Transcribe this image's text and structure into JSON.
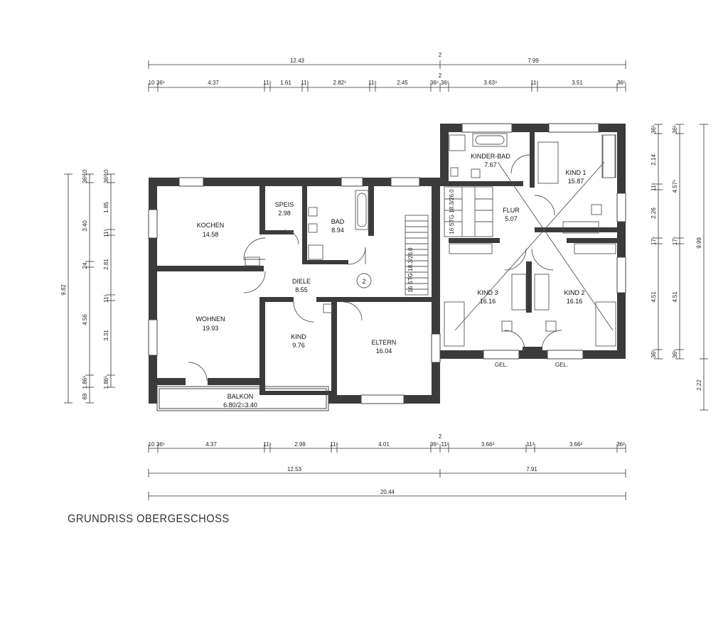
{
  "title": "GRUNDRISS OBERGESCHOSS",
  "rooms": {
    "kochen": {
      "name": "KOCHEN",
      "area": "14.58"
    },
    "speis": {
      "name": "SPEIS",
      "area": "2.98"
    },
    "bad": {
      "name": "BAD",
      "area": "8.94"
    },
    "diele": {
      "name": "DIELE",
      "area": "8.55"
    },
    "wohnen": {
      "name": "WOHNEN",
      "area": "19.93"
    },
    "kind": {
      "name": "KIND",
      "area": "9.76"
    },
    "eltern": {
      "name": "ELTERN",
      "area": "16.04"
    },
    "balkon": {
      "name": "BALKON",
      "area": "6.80/2=3.40"
    },
    "kinderbad": {
      "name": "KINDER-BAD",
      "area": "7.67"
    },
    "kind1": {
      "name": "KIND 1",
      "area": "15.87"
    },
    "flur": {
      "name": "FLUR",
      "area": "5.07"
    },
    "kind3": {
      "name": "KIND 3",
      "area": "16.16"
    },
    "kind2": {
      "name": "KIND 2",
      "area": "16.16"
    }
  },
  "stairs": {
    "left_label": "16 STG 18.3/26.0",
    "right_label": "16 STG 18.3/26.0"
  },
  "door_marker": "2",
  "gel_labels": [
    "GEL.",
    "GEL."
  ],
  "dimensions": {
    "top_overall": [
      "12.43",
      "2",
      "7.99"
    ],
    "top_detail": [
      "10",
      "36⁵",
      "4.37",
      "11⁵",
      "1.61",
      "11⁵",
      "2.82⁵",
      "11⁵",
      "2.45",
      "36⁵",
      "2",
      "36⁵",
      "3.63⁵",
      "11⁵",
      "3.51",
      "36⁵"
    ],
    "bottom_detail": [
      "10",
      "36⁵",
      "4.37",
      "11⁵",
      "2.99",
      "11⁵",
      "4.01",
      "36⁵",
      "2",
      "11²",
      "3.66²",
      "11²",
      "3.66²",
      "36²"
    ],
    "bottom_mid": [
      "12.53",
      "7.91"
    ],
    "bottom_total": "20.44",
    "left_outer": "9.82",
    "left_inner": [
      "36⁵",
      "10",
      "3.40",
      "24",
      "4.56",
      "1.86⁵",
      "69"
    ],
    "left_detail": [
      "36⁵",
      "10",
      "1.85",
      "11⁵",
      "2.81",
      "11⁵",
      "3.31",
      "1.86⁵"
    ],
    "right_inner": [
      "36⁵",
      "2.14",
      "11⁵",
      "2.26",
      "17⁵",
      "4.51",
      "36⁵"
    ],
    "right_mid": [
      "36⁵",
      "4.57⁵",
      "17⁵",
      "4.51",
      "36⁵"
    ],
    "right_outer": [
      "9.99",
      "2.22"
    ]
  }
}
